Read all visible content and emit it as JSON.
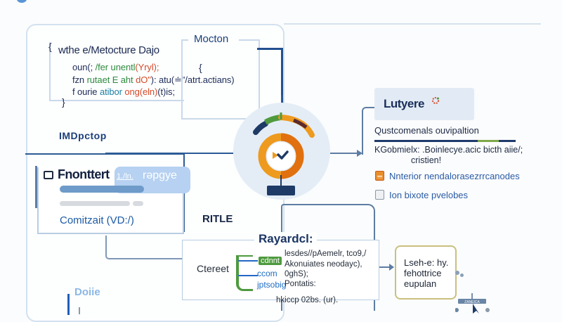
{
  "code_panel": {
    "title": "wthe e/Metocture Dajo",
    "open_brace": "{",
    "close_brace": "}",
    "lines": [
      {
        "a": "oun(; ",
        "b": "/fer",
        "c": " unentl",
        "d": "(Yryl);",
        "e": ""
      },
      {
        "a": "fzn ",
        "b": "rutaet E aht ",
        "c": "dO\"",
        "d": "): atu(≐\"/atrt.actians)",
        "e": ""
      },
      {
        "a": "f ourie ",
        "b": "atibor ",
        "c": "ong(eln)",
        "d": "(t)is;",
        "e": ""
      }
    ],
    "motion_brace": "{"
  },
  "motion_box": {
    "title": "Mocton"
  },
  "impact_label": "IMDpctop",
  "frontend_card": {
    "title": "Fnonttert",
    "link": "1./ln.",
    "tag": "rəpgye",
    "subtitle": "Comitzait (VD:/)",
    "progress": 0.6
  },
  "ritle_label": "RITLE",
  "gauge": {
    "icon": "gauge-check-icon",
    "colors": {
      "navy": "#1e3a66",
      "green": "#4f9a3e",
      "orange": "#ee9a1e",
      "dark_orange": "#e07010",
      "maroon": "#5a2a2e"
    }
  },
  "right_panel": {
    "brand": "Lutyere",
    "heading": "Qustcomenals ouvipaltion",
    "desc_line1": "KGobmielx: .Boinlecye.acic bicth aiie/;",
    "desc_line2": "cristien!",
    "items": [
      {
        "icon": "orange-document-icon",
        "label": "Nnterior nendalorasezrrcanodes"
      },
      {
        "icon": "gray-document-icon",
        "label": "Ion bixote pvelobes"
      }
    ]
  },
  "ray_panel": {
    "title": "Rayardcl:",
    "left_label": "Ctereet",
    "tags": [
      "cdnnt",
      "ccom",
      "jptsobig"
    ],
    "lines": [
      "lesdes//pAemelr,  tco9,/",
      "Akonuiates neodayc),",
      "0ghS);",
      "Pontatis:"
    ],
    "below": "hkiccp 02bs. (ur)."
  },
  "lush_box": {
    "lines": [
      "Lseh-e: hy.",
      "fehottrice",
      "eupulan"
    ]
  },
  "doiie": {
    "label": "Doiie"
  },
  "cursor_widget": {
    "label": "ZANEICA"
  }
}
